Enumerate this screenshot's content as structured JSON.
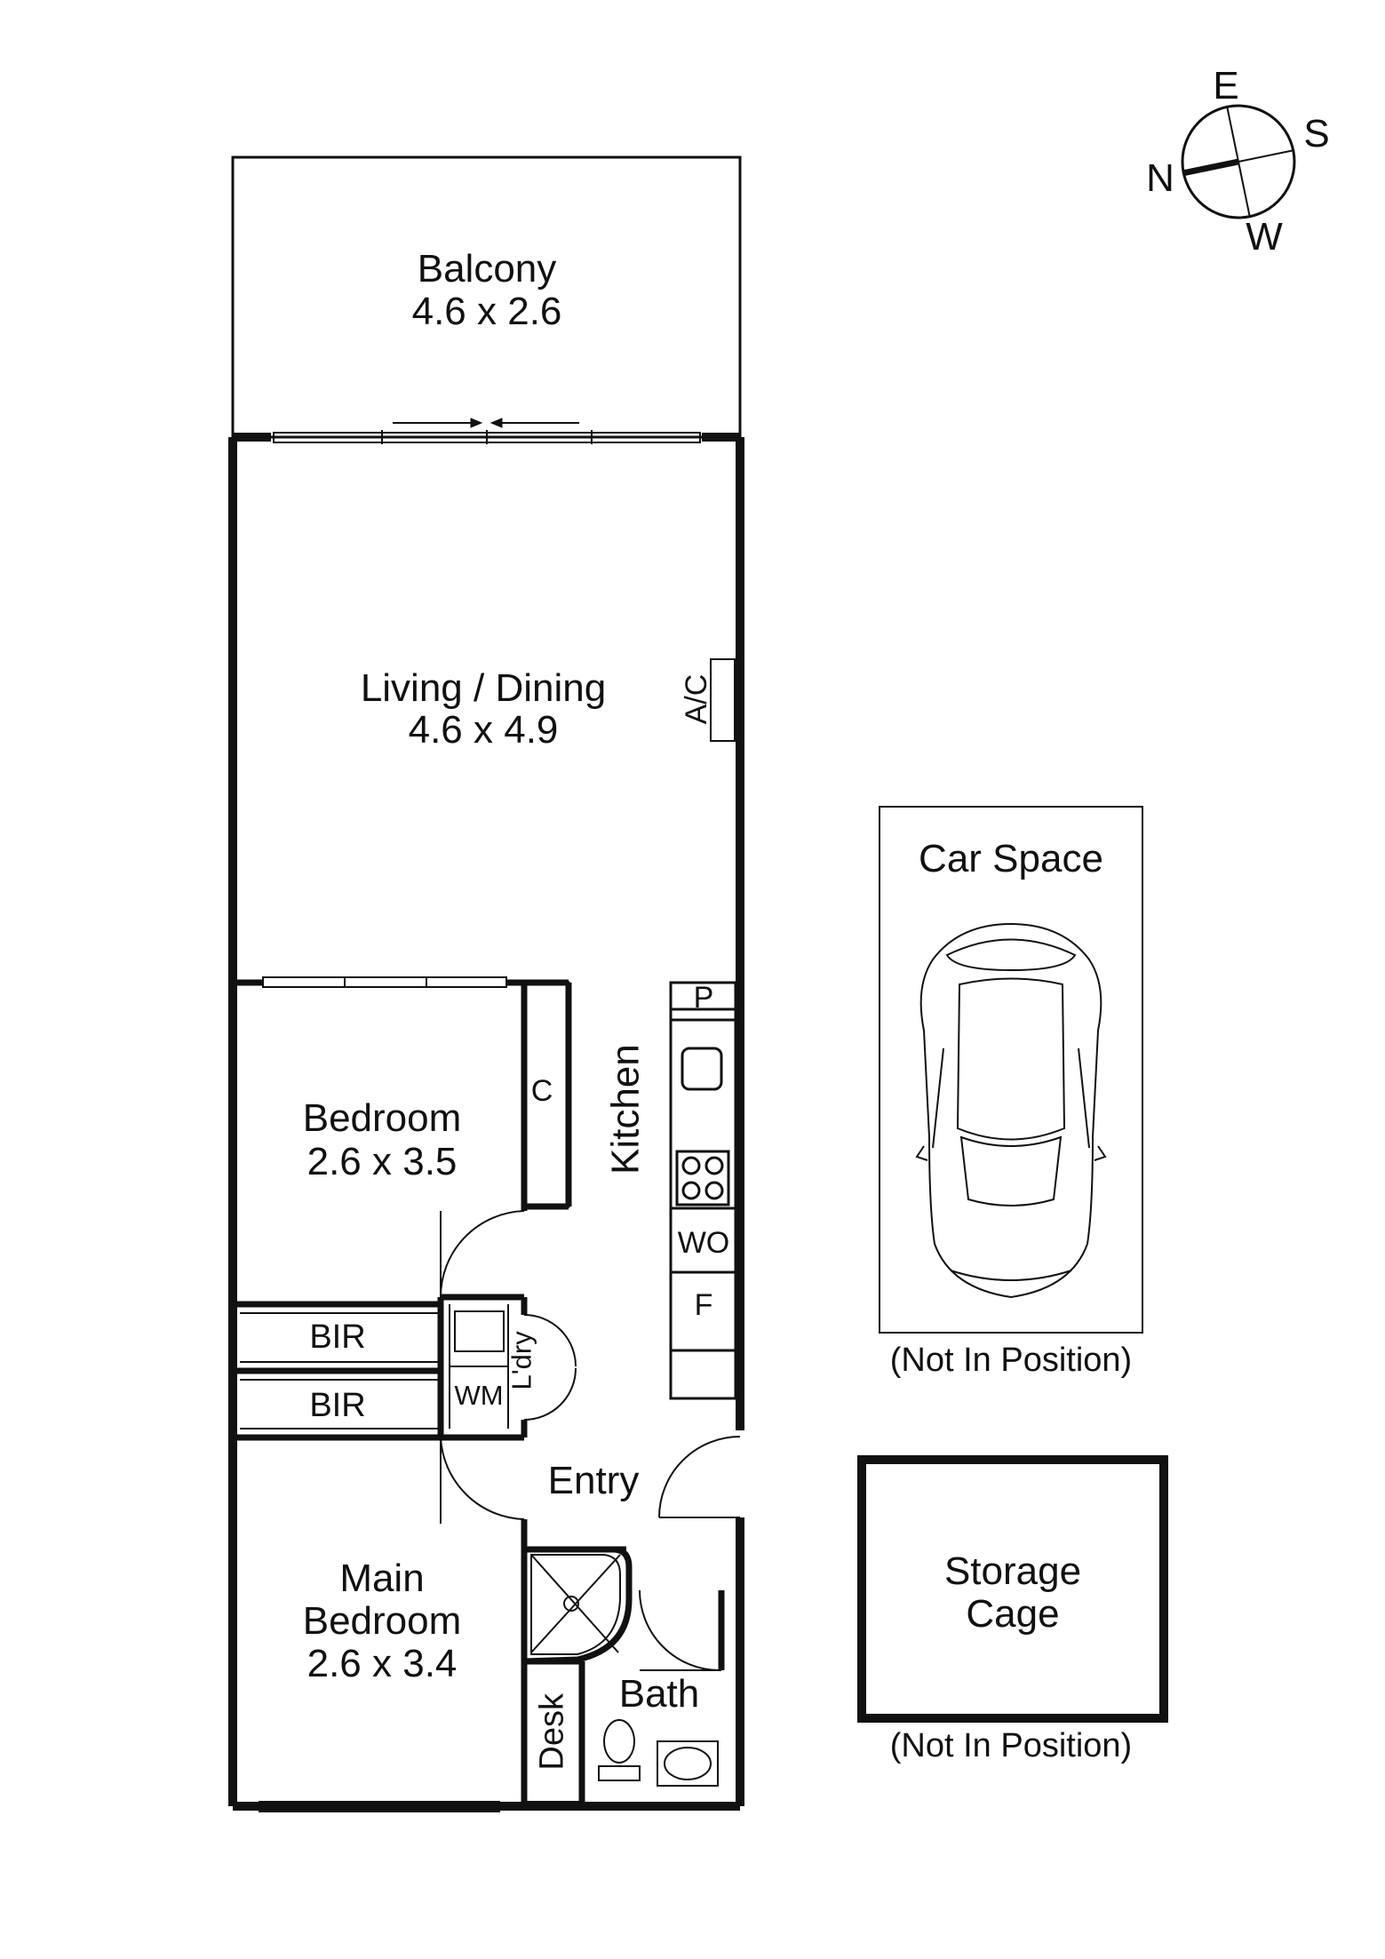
{
  "compass": {
    "north": "N",
    "east": "E",
    "south": "S",
    "west": "W"
  },
  "rooms": {
    "balcony": {
      "name": "Balcony",
      "size": "4.6 x 2.6"
    },
    "living": {
      "name": "Living / Dining",
      "size": "4.6 x 4.9"
    },
    "bedroom": {
      "name": "Bedroom",
      "size": "2.6 x 3.5"
    },
    "main_bedroom": {
      "name_line1": "Main",
      "name_line2": "Bedroom",
      "size": "2.6 x 3.4"
    },
    "kitchen": "Kitchen",
    "entry": "Entry",
    "bath": "Bath",
    "laundry": "L'dry"
  },
  "fixtures": {
    "ac": "A/C",
    "cupboard": "C",
    "pantry": "P",
    "wall_oven": "WO",
    "fridge": "F",
    "washing_machine": "WM",
    "bir_1": "BIR",
    "bir_2": "BIR",
    "desk": "Desk"
  },
  "extras": {
    "car_space": {
      "title": "Car Space",
      "note": "(Not In Position)"
    },
    "storage": {
      "line1": "Storage",
      "line2": "Cage",
      "note": "(Not In Position)"
    }
  }
}
